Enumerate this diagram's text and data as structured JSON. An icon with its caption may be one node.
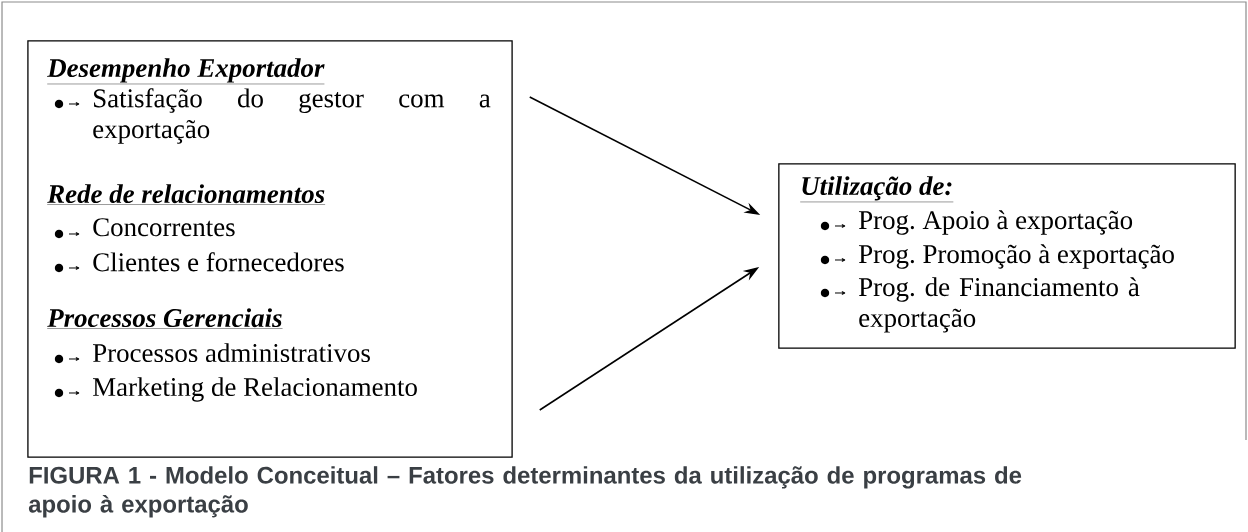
{
  "diagram": {
    "caption": "FIGURA 1 - Modelo Conceitual – Fatores determinantes da utilização de programas de apoio à exportação",
    "nodes": [
      {
        "text": [
          "Desempenho Exportador",
          "Satisfação do gestor com a exportação",
          "Rede de relacionamentos",
          "Concorrentes",
          "Clientes e fornecedores",
          "Processos Gerenciais",
          "Processos administrativos",
          "Marketing de Relacionamento"
        ]
      },
      {
        "text": [
          "Utilização de:",
          "Prog. Apoio à exportação",
          "Prog. Promoção à exportação",
          "Prog. de Financiamento à exportação"
        ]
      }
    ],
    "edges": [
      {
        "from": 0,
        "to": 1,
        "arrow": "to"
      },
      {
        "from": 0,
        "to": 1,
        "arrow": "to"
      }
    ]
  }
}
